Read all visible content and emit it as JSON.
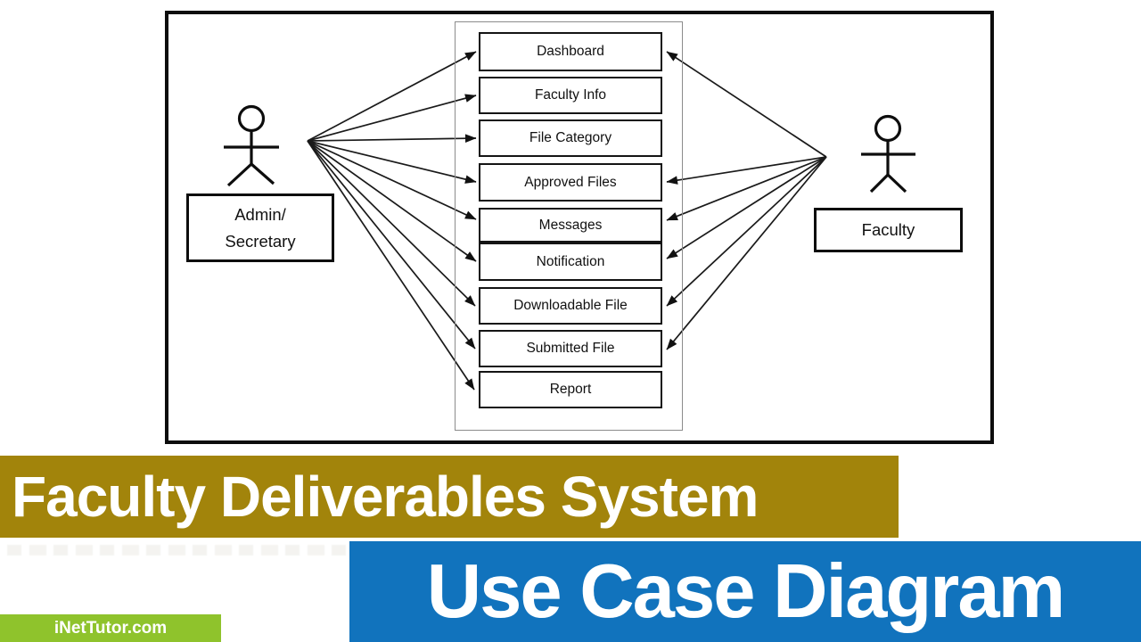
{
  "diagram": {
    "actors": [
      {
        "id": "admin-secretary",
        "label_lines": [
          "Admin/",
          "Secretary"
        ]
      },
      {
        "id": "faculty",
        "label": "Faculty"
      }
    ],
    "use_cases": [
      "Dashboard",
      "Faculty Info",
      "File Category",
      "Approved Files",
      "Messages",
      "Notification",
      "Downloadable File",
      "Submitted File",
      "Report"
    ],
    "connections": {
      "admin_secretary": [
        "Dashboard",
        "Faculty Info",
        "File Category",
        "Approved Files",
        "Messages",
        "Notification",
        "Downloadable File",
        "Submitted File",
        "Report"
      ],
      "faculty": [
        "Dashboard",
        "Approved Files",
        "Messages",
        "Notification",
        "Downloadable File",
        "Submitted File"
      ]
    }
  },
  "banners": {
    "system_title": "Faculty Deliverables System",
    "diagram_title": "Use Case Diagram",
    "watermark": "iNetTutor.com",
    "colors": {
      "system_banner": "#A2840B",
      "diagram_banner": "#1173BD",
      "watermark_badge": "#8FC32C",
      "banner_text": "#ffffff",
      "diagram_ink": "#0d0d0d"
    }
  }
}
